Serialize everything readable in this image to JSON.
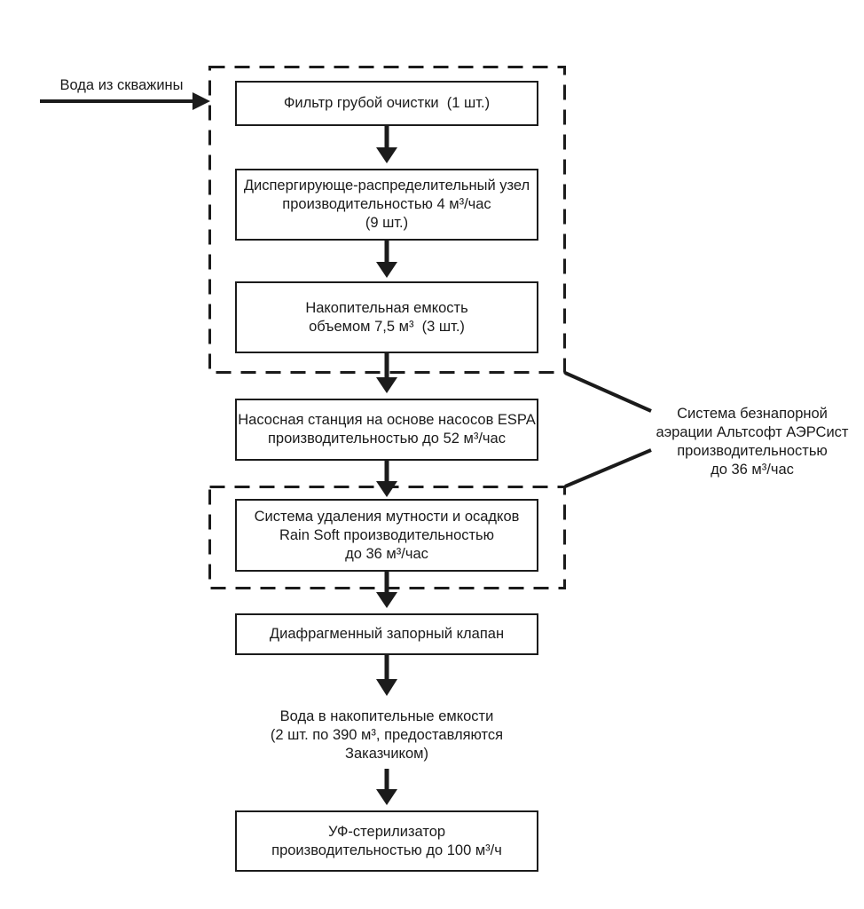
{
  "colors": {
    "ink": "#1b1b1b",
    "paper": "#ffffff"
  },
  "flow": {
    "source": "Вода из скважины",
    "steps": [
      {
        "id": "coarse-filter",
        "label": "Фильтр грубой очистки  (1 шт.)"
      },
      {
        "id": "dispersing-unit",
        "label": "Диспергирующе-распределительный узел\nпроизводительностью 4 м³/час\n(9 шт.)"
      },
      {
        "id": "storage-tank",
        "label": "Накопительная емкость\nобъемом 7,5 м³  (3 шт.)"
      },
      {
        "id": "pump-station",
        "label": "Насосная станция на основе насосов ESPA\nпроизводительностью до 52 м³/час"
      },
      {
        "id": "turbidity-removal",
        "label": "Система удаления мутности и осадков\nRain Soft производительностью\nдо 36 м³/час"
      },
      {
        "id": "diaphragm-valve",
        "label": "Диафрагменный запорный клапан"
      },
      {
        "id": "water-to-tanks",
        "label": "Вода в накопительные емкости\n(2 шт. по 390 м³, предоставляются\nЗаказчиком)"
      },
      {
        "id": "uv-sterilizer",
        "label": "УФ-стерилизатор\nпроизводительностью до 100 м³/ч"
      }
    ],
    "annotation": "Система безнапорной\nаэрации Альтсофт АЭРСист\nпроизводительностью\nдо 36 м³/час"
  }
}
